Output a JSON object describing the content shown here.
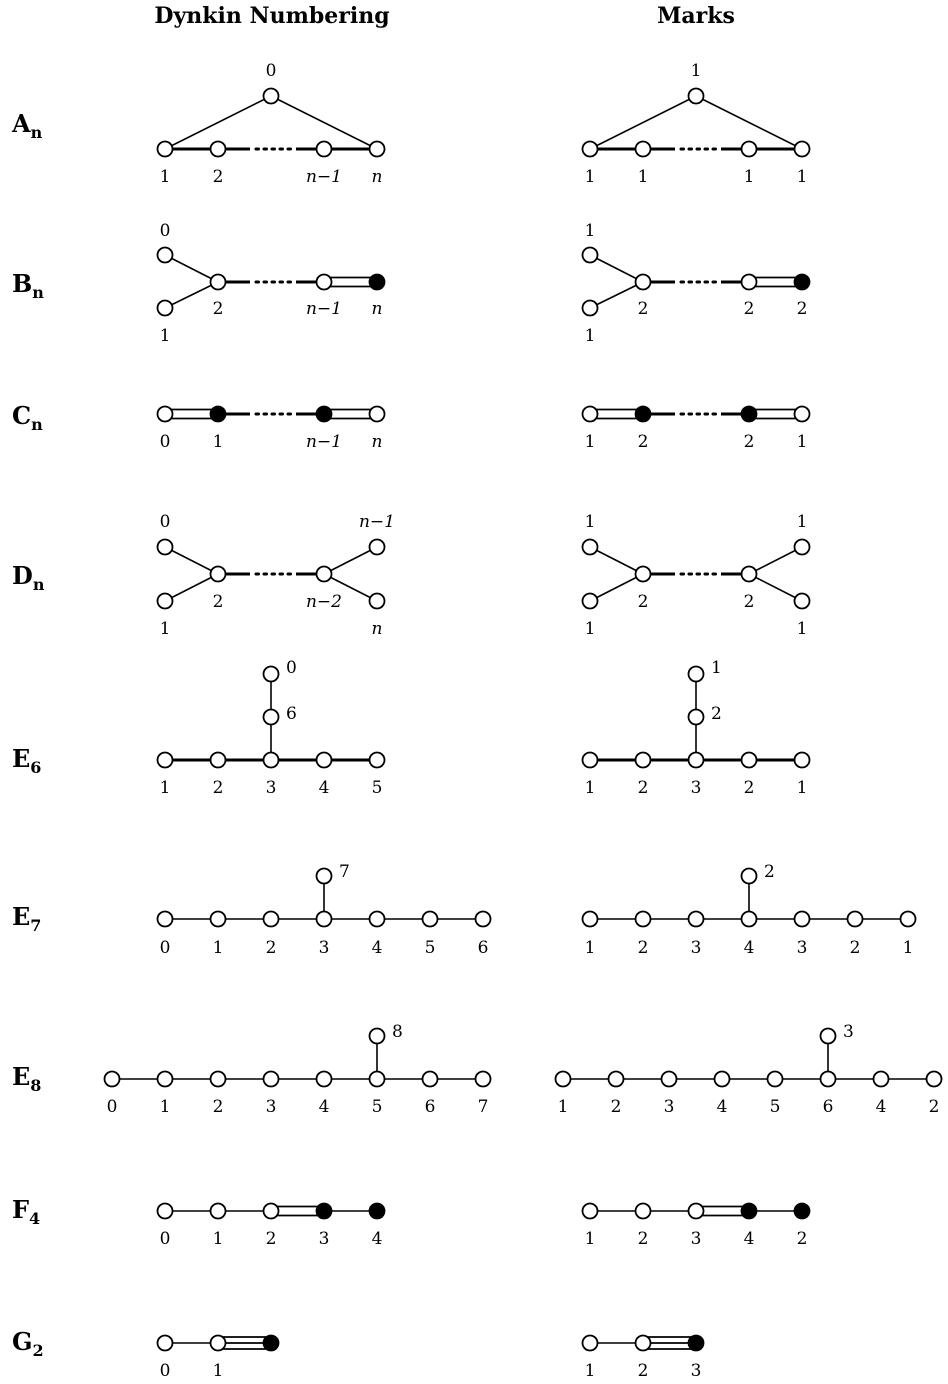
{
  "headers": {
    "left": "Dynkin Numbering",
    "right": "Marks"
  },
  "rows": [
    {
      "id": "A",
      "main": "A",
      "sub": "n"
    },
    {
      "id": "B",
      "main": "B",
      "sub": "n"
    },
    {
      "id": "C",
      "main": "C",
      "sub": "n"
    },
    {
      "id": "D",
      "main": "D",
      "sub": "n"
    },
    {
      "id": "E6",
      "main": "E",
      "sub": "6"
    },
    {
      "id": "E7",
      "main": "E",
      "sub": "7"
    },
    {
      "id": "E8",
      "main": "E",
      "sub": "8"
    },
    {
      "id": "F4",
      "main": "F",
      "sub": "4"
    },
    {
      "id": "G2",
      "main": "G",
      "sub": "2"
    }
  ],
  "labels": {
    "A": {
      "dynkin": [
        "0",
        "1",
        "2",
        "n−1",
        "n"
      ],
      "marks": [
        "1",
        "1",
        "1",
        "1",
        "1"
      ]
    },
    "B": {
      "dynkin": [
        "0",
        "1",
        "2",
        "n−1",
        "n"
      ],
      "marks": [
        "1",
        "1",
        "2",
        "2",
        "2"
      ]
    },
    "C": {
      "dynkin": [
        "0",
        "1",
        "n−1",
        "n"
      ],
      "marks": [
        "1",
        "2",
        "2",
        "1"
      ]
    },
    "D": {
      "dynkin": [
        "0",
        "1",
        "2",
        "n−2",
        "n−1",
        "n"
      ],
      "marks": [
        "1",
        "1",
        "2",
        "2",
        "1",
        "1"
      ]
    },
    "E6": {
      "dynkin": [
        "1",
        "2",
        "3",
        "4",
        "5",
        "6",
        "0"
      ],
      "marks": [
        "1",
        "2",
        "3",
        "2",
        "1",
        "2",
        "1"
      ]
    },
    "E7": {
      "dynkin": [
        "0",
        "1",
        "2",
        "3",
        "4",
        "5",
        "6",
        "7"
      ],
      "marks": [
        "1",
        "2",
        "3",
        "4",
        "3",
        "2",
        "1",
        "2"
      ]
    },
    "E8": {
      "dynkin": [
        "0",
        "1",
        "2",
        "3",
        "4",
        "5",
        "6",
        "7",
        "8"
      ],
      "marks": [
        "1",
        "2",
        "3",
        "4",
        "5",
        "6",
        "4",
        "2",
        "3"
      ]
    },
    "F4": {
      "dynkin": [
        "0",
        "1",
        "2",
        "3",
        "4"
      ],
      "marks": [
        "1",
        "2",
        "3",
        "4",
        "2"
      ]
    },
    "G2": {
      "dynkin": [
        "0",
        "1"
      ],
      "marks": [
        "1",
        "2",
        "3"
      ]
    }
  }
}
